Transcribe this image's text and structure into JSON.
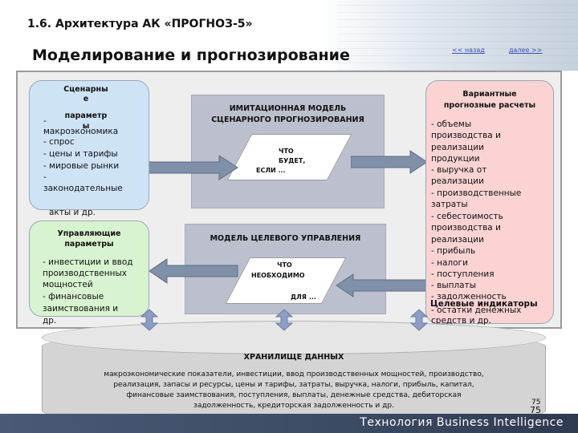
{
  "header": {
    "section_title": "1.6. Архитектура АК «ПРОГНОЗ-5»",
    "page_title": "Моделирование и прогнозирование",
    "nav_back": "<< назад",
    "nav_forward": "далее >>"
  },
  "imitation_model": {
    "title_line1": "ИМИТАЦИОННАЯ МОДЕЛЬ",
    "title_line2": "СЦЕНАРНОГО ПРОГНОЗИРОВАНИЯ",
    "box_line1": "ЧТО",
    "box_line2": "БУДЕТ,",
    "box_line3": "ЕСЛИ ..."
  },
  "target_model": {
    "title": "МОДЕЛЬ ЦЕЛЕВОГО УПРАВЛЕНИЯ",
    "box_line1": "ЧТО",
    "box_line2": "НЕОБХОДИМО",
    "box_line3": "ДЛЯ ..."
  },
  "scenario_params": {
    "title_lines": [
      "Сценарны",
      "е",
      "параметр",
      "ы"
    ],
    "items": [
      "-",
      "макроэкономика",
      "- спрос",
      "- цены и тарифы",
      "- мировые рынки",
      "-",
      "законодательные",
      "",
      "акты и др."
    ]
  },
  "control_params": {
    "title_lines": [
      "Управляющие",
      "параметры"
    ],
    "items": [
      "- инвестиции и ввод",
      "  производственных",
      "  мощностей",
      "- финансовые",
      "  заимствования и",
      "др."
    ]
  },
  "forecast": {
    "title_lines": [
      "Вариантные",
      "прогнозные расчеты"
    ],
    "items": [
      "- объемы",
      "производства и",
      "  реализации",
      "продукции",
      "- выручка от",
      "реализации",
      "- производственные",
      "  затраты",
      "- себестоимость",
      "  производства и",
      "  реализации",
      "- прибыль",
      "- налоги",
      "- поступления",
      "- выплаты",
      "- задолженность",
      "- остатки денежных",
      "  средств и др."
    ],
    "target_label": "Целевые индикаторы"
  },
  "warehouse": {
    "title": "ХРАНИЛИЩЕ ДАННЫХ",
    "lines": [
      "макроэкономические показатели, инвестиции, ввод производственных мощностей, производство,",
      "реализация, запасы и ресурсы, цены и тарифы, затраты, выручка, налоги, прибыль, капитал,",
      "финансовые заимствования, поступления, выплаты, денежные средства, дебиторская",
      "задолженность, кредиторская задолженность и др."
    ]
  },
  "page_numbers": [
    "75",
    "75"
  ],
  "footer": {
    "text": "Технология Business Intelligence"
  },
  "colors": {
    "scenario_card": "#cfe3f7",
    "control_card": "#d8f3cf",
    "forecast_card": "#fbd3d3",
    "panel": "#bcbfcd",
    "arrow_fill": "#7f90a8",
    "footer": "#3c4a63"
  }
}
